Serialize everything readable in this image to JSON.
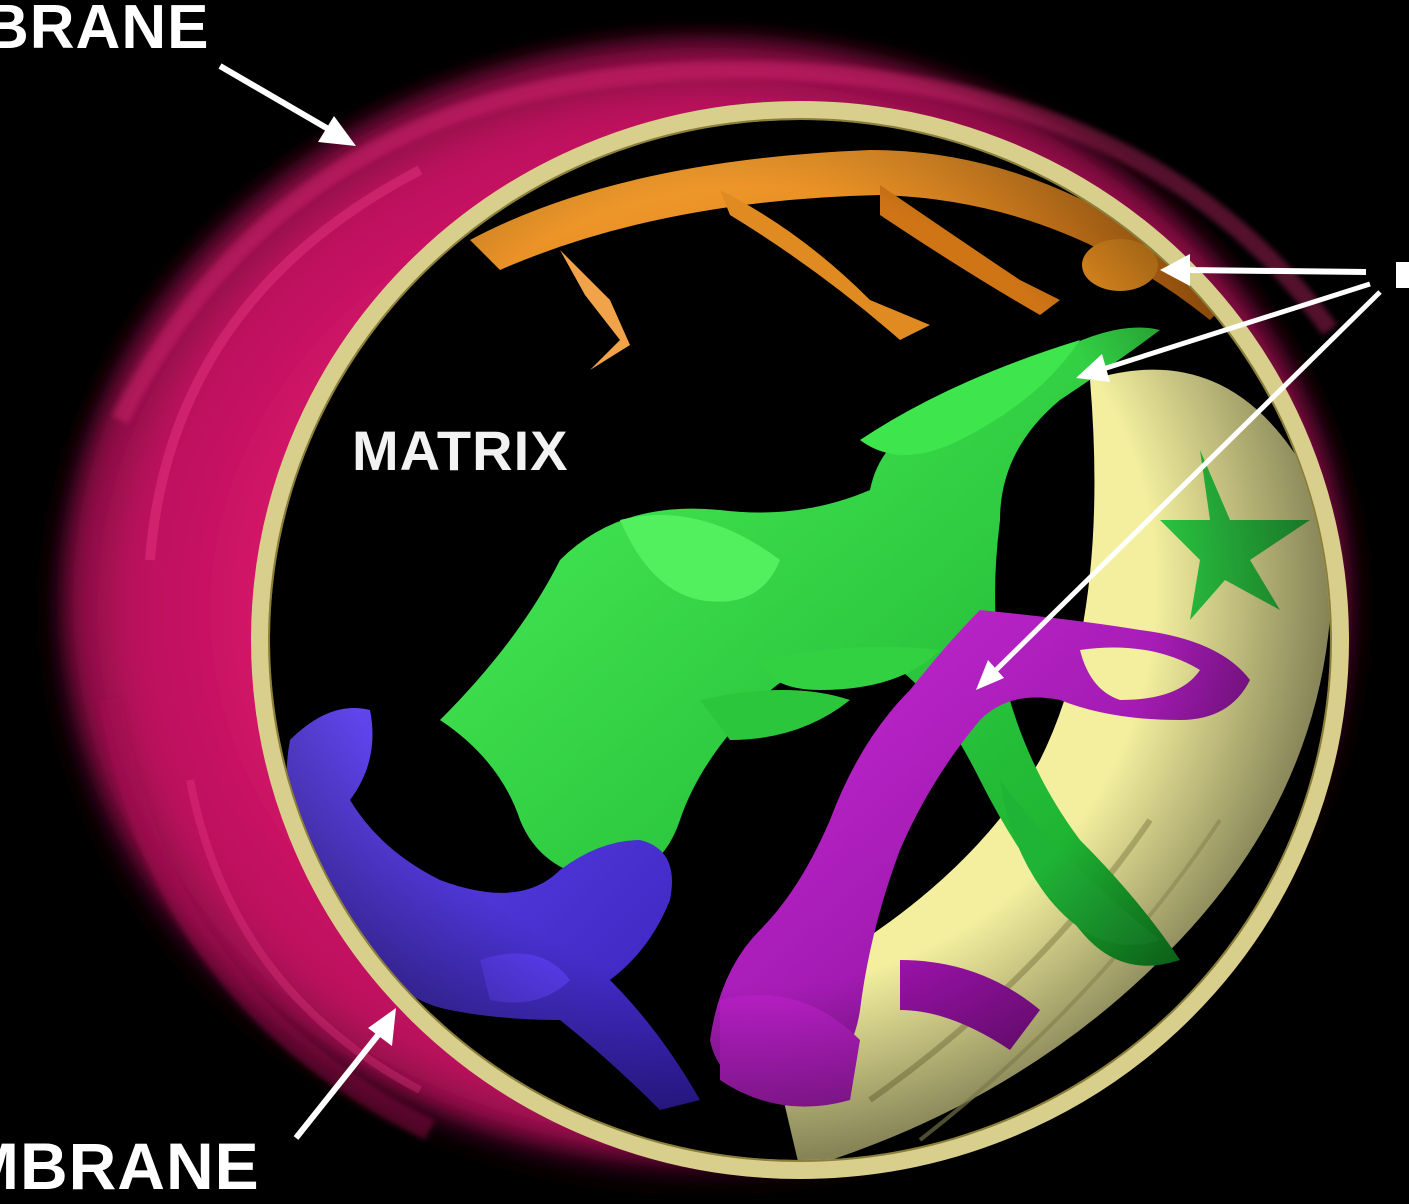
{
  "labels": {
    "outer_membrane": "BRANE",
    "matrix": "MATRIX",
    "inner_membrane": "MBRANE"
  },
  "colors": {
    "background": "#000000",
    "outer_membrane": "#e0176f",
    "inner_membrane_rim": "#d8cf8c",
    "intermembrane_space": "#f3ef9e",
    "cristae_orange": "#f0911f",
    "cristae_green": "#27d83a",
    "cristae_purple": "#a815b5",
    "cristae_blue": "#4a2ee0",
    "arrow": "#ffffff"
  }
}
